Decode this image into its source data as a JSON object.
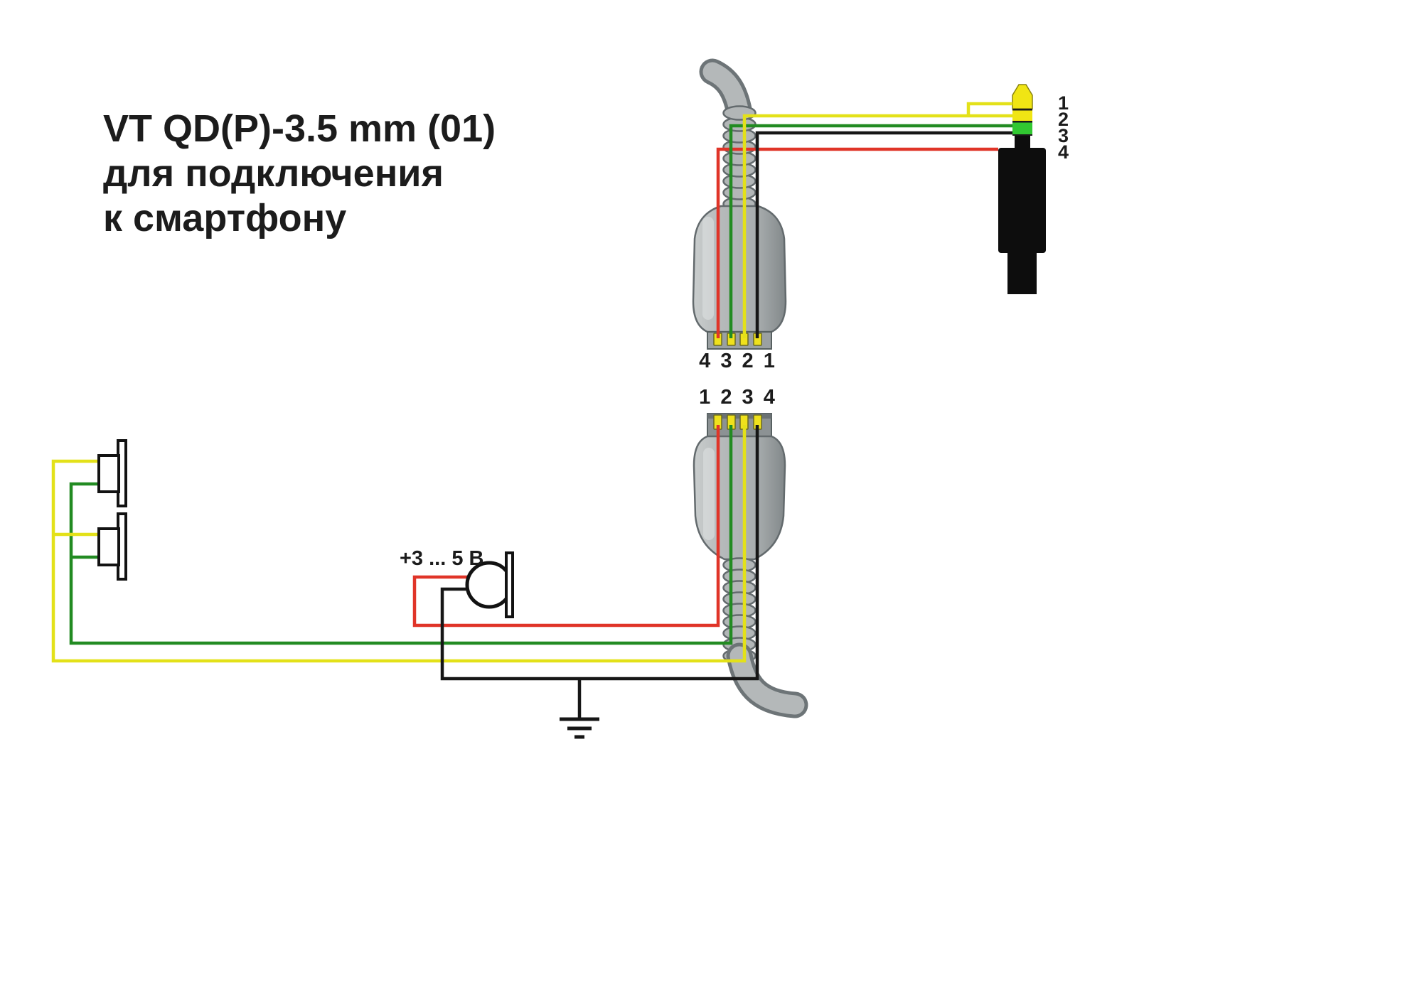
{
  "title": {
    "line1": "VT QD(P)-3.5 mm (01)",
    "line2": "для подключения",
    "line3": "к смартфону"
  },
  "connectors": {
    "top_qd_pin_labels": "4 3 2 1",
    "bottom_qd_pin_labels": "1 2 3 4"
  },
  "plug": {
    "pin_labels": [
      "1",
      "2",
      "3",
      "4"
    ]
  },
  "microphone": {
    "voltage_label": "+3 ... 5 В"
  },
  "colors": {
    "wire_yellow": "#e3e119",
    "wire_green": "#228b22",
    "wire_red": "#e03428",
    "wire_black": "#161616",
    "pin_yellow": "#efe11c",
    "plug_tip_yellow": "#f0e514",
    "plug_ring_green": "#31c831",
    "plug_black": "#0d0d0d",
    "connector_body": "#b2b6b7",
    "connector_outline": "#636a6d"
  }
}
